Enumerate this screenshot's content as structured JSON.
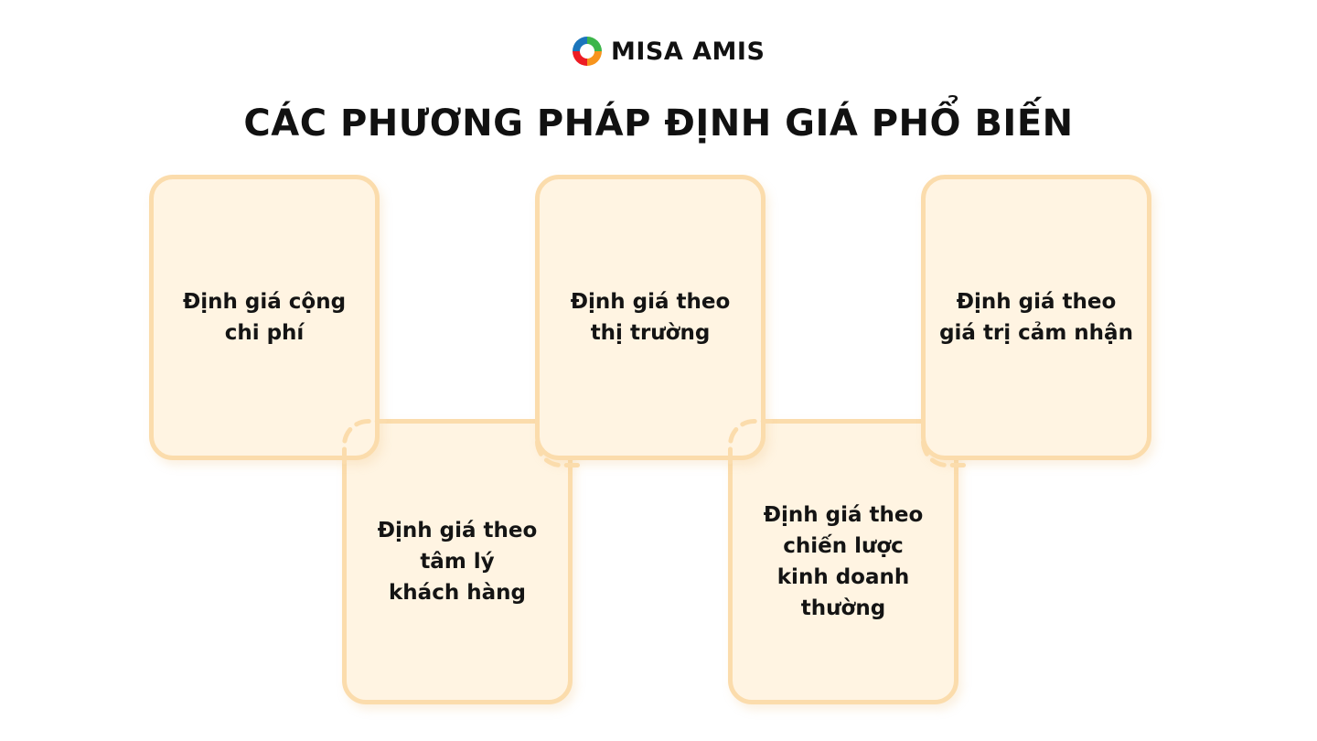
{
  "brand": {
    "name": "MISA AMIS",
    "colors": {
      "green": "#3cb54a",
      "orange": "#f7941d",
      "red": "#ed1c24",
      "blue": "#1b75bc"
    }
  },
  "title": "CÁC PHƯƠNG PHÁP ĐỊNH GIÁ PHỔ BIẾN",
  "cards": [
    {
      "label": "Định giá cộng\nchi phí"
    },
    {
      "label": "Định giá theo\nthị trường"
    },
    {
      "label": "Định giá theo\ngiá trị cảm nhận"
    },
    {
      "label": "Định giá theo\ntâm lý\nkhách hàng"
    },
    {
      "label": "Định giá theo\nchiến lược\nkinh doanh\nthường"
    }
  ],
  "colors": {
    "card_fill": "#fff4e2",
    "card_border": "#fbdcac",
    "text": "#111111"
  }
}
